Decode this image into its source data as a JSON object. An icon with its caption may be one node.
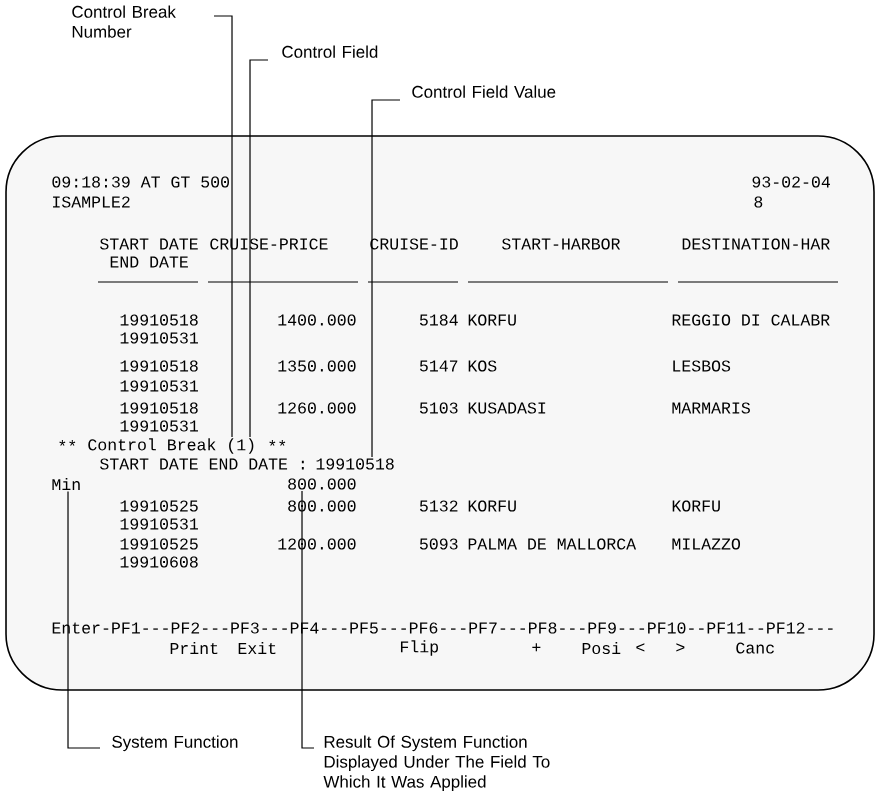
{
  "diagram": {
    "nodes": [
      {
        "text": [
          "Control Break Number"
        ]
      },
      {
        "text": [
          "Control Field"
        ]
      },
      {
        "text": [
          "Control Field Value"
        ]
      },
      {
        "text": [
          "System Function"
        ]
      },
      {
        "text": [
          "Result Of System Function Displayed Under The Field To Which It Was Applied"
        ]
      },
      {
        "text": [
          "Control Break (1)"
        ]
      },
      {
        "text": [
          "19910518"
        ]
      },
      {
        "text": [
          "Min"
        ]
      },
      {
        "text": [
          "800.000"
        ]
      }
    ],
    "edges": [
      {
        "from": 0,
        "to": 5,
        "arrow": "none"
      },
      {
        "from": 1,
        "to": 5,
        "arrow": "none"
      },
      {
        "from": 2,
        "to": 6,
        "arrow": "none"
      },
      {
        "from": 3,
        "to": 7,
        "arrow": "none"
      },
      {
        "from": 4,
        "to": 8,
        "arrow": "none"
      }
    ],
    "labels": [
      "09:18:39 AT GT 500",
      "93-02-04",
      "ISAMPLE2",
      "8",
      "START DATE",
      "CRUISE-PRICE",
      "CRUISE-ID",
      "START-HARBOR",
      "DESTINATION-HAR",
      "END DATE",
      "19910518",
      "1400.000",
      "5184",
      "KORFU",
      "REGGIO DI CALABR",
      "19910531",
      "19910518",
      "1350.000",
      "5147",
      "KOS",
      "LESBOS",
      "19910531",
      "19910518",
      "1260.000",
      "5103",
      "KUSADASI",
      "MARMARIS",
      "19910531",
      "**",
      "**",
      "START DATE END DATE :",
      "19910525",
      "800.000",
      "5132",
      "KORFU",
      "KORFU",
      "19910531",
      "19910525",
      "1200.000",
      "5093",
      "PALMA DE MALLORCA",
      "MILAZZO",
      "19910608",
      "Enter-PF1---PF2---PF3---PF4---PF5---PF6---PF7---PF8---PF9---PF10--PF11--PF12---",
      "Print",
      "Exit",
      "Flip",
      "+",
      "Posi",
      "<",
      ">",
      "Canc"
    ]
  }
}
